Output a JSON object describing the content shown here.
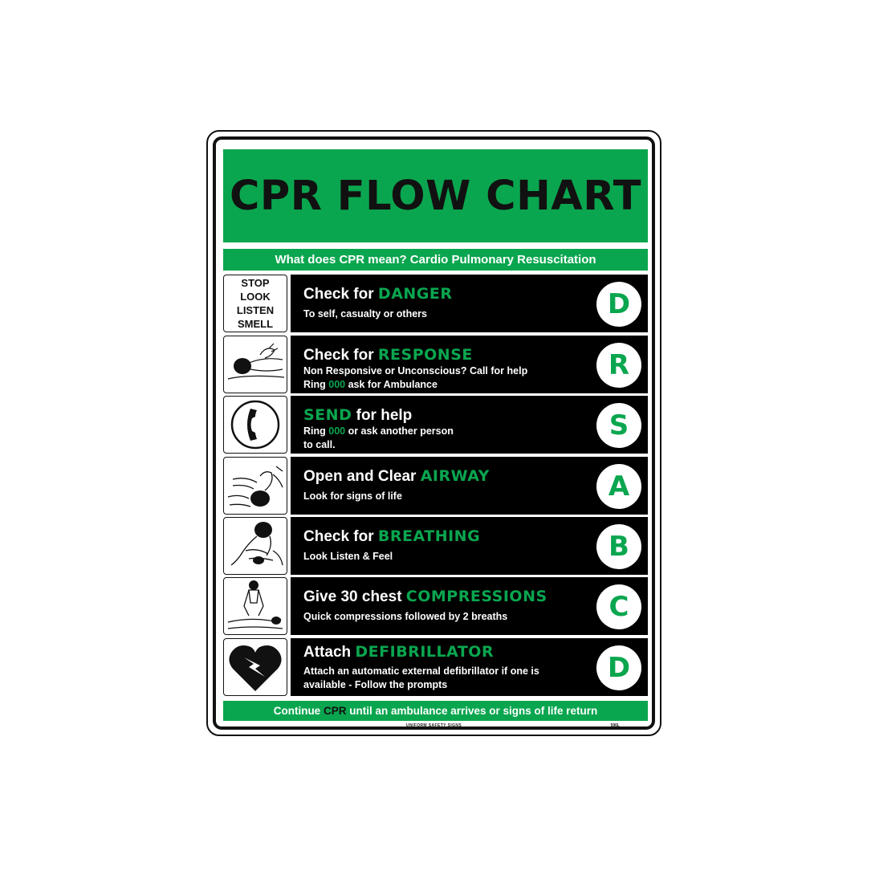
{
  "sign": {
    "title": "CPR FLOW CHART",
    "subtitle": "What does CPR mean? Cardio Pulmonary Resuscitation",
    "colors": {
      "green": "#0aa64f",
      "black": "#000000",
      "white": "#ffffff"
    },
    "steps": [
      {
        "icon": "stop-look-listen-smell",
        "icon_lines": [
          "STOP",
          "LOOK",
          "LISTEN",
          "SMELL"
        ],
        "head_pre": "Check for ",
        "head_key": "DANGER",
        "head_post": "",
        "desc_1": "To self, casualty or others",
        "letter": "D"
      },
      {
        "icon": "casualty-lying-icon",
        "head_pre": "Check for ",
        "head_key": "RESPONSE",
        "head_post": "",
        "desc_1": "Non Responsive or Unconscious? Call for help",
        "desc_2_pre": "Ring ",
        "desc_2_num": "000",
        "desc_2_post": " ask for Ambulance",
        "letter": "R"
      },
      {
        "icon": "phone-handset-icon",
        "head_pre": "",
        "head_key": "SEND",
        "head_post": " for help",
        "desc_1_pre": "Ring ",
        "desc_1_num": "000",
        "desc_1_post": " or ask another person",
        "desc_2": "to call.",
        "letter": "S"
      },
      {
        "icon": "airway-head-tilt-icon",
        "head_pre": "Open and Clear ",
        "head_key": "AIRWAY",
        "head_post": "",
        "desc_1": "Look for signs of life",
        "letter": "A"
      },
      {
        "icon": "check-breathing-icon",
        "head_pre": "Check for ",
        "head_key": "BREATHING",
        "head_post": "",
        "desc_1": "Look Listen & Feel",
        "letter": "B"
      },
      {
        "icon": "chest-compressions-icon",
        "head_pre": "Give 30 chest ",
        "head_key": "COMPRESSIONS",
        "head_post": "",
        "desc_1": "Quick compressions followed by 2 breaths",
        "letter": "C"
      },
      {
        "icon": "defibrillator-heart-icon",
        "head_pre": "Attach ",
        "head_key": "DEFIBRILLATOR",
        "head_post": "",
        "desc_1": "Attach an automatic external defibrillator if one is",
        "desc_2": "available - Follow the prompts",
        "letter": "D"
      }
    ],
    "footer": {
      "pre": "Continue ",
      "cpr": "CPR",
      "post": " until an ambulance arrives or signs of life return"
    },
    "brand": "UNIFORM SAFETY SIGNS",
    "code": "596L"
  }
}
